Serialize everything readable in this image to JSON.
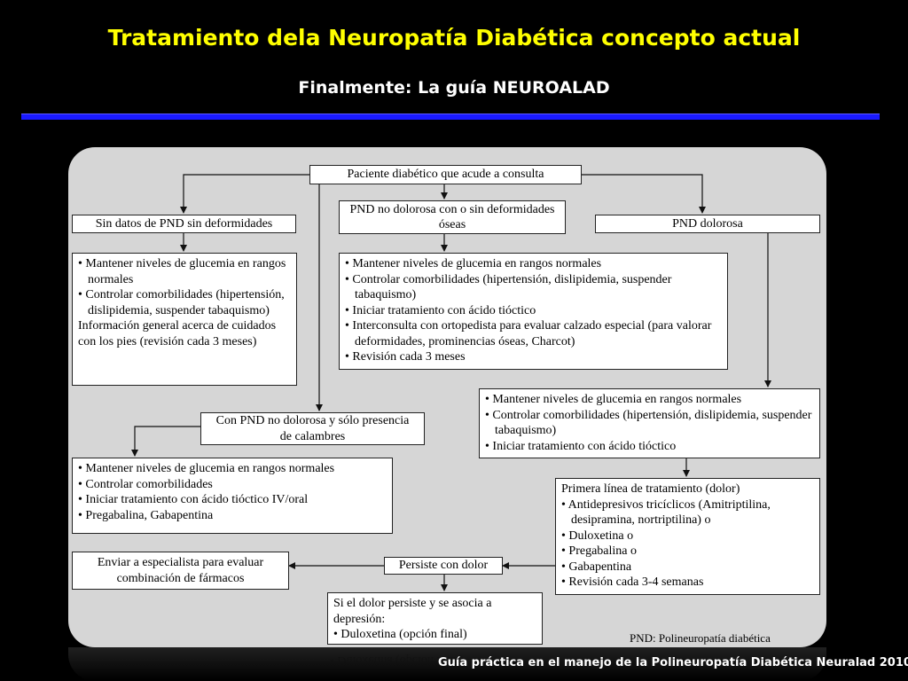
{
  "header": {
    "title": "Tratamiento dela Neuropatía Diabética concepto actual",
    "subtitle": "Finalmente:  La guía NEUROALAD"
  },
  "flowchart": {
    "start": "Paciente diabético que acude a consulta",
    "branch_left": "Sin datos de PND sin deformidades",
    "branch_mid": "PND no dolorosa con o sin deformidades óseas",
    "branch_right": "PND dolorosa",
    "left_actions": {
      "items": [
        "• Mantener niveles de glucemia en rangos normales",
        "• Controlar comorbilidades (hipertensión, dislipidemia, suspender tabaquismo)",
        "Información general acerca de cuidados con los pies (revisión cada 3 meses)"
      ]
    },
    "mid_actions": {
      "items": [
        "• Mantener niveles de glucemia en rangos normales",
        "• Controlar comorbilidades (hipertensión, dislipidemia, suspender tabaquismo)",
        "• Iniciar tratamiento con ácido tióctico",
        "• Interconsulta con ortopedista para evaluar calzado especial (para valorar deformidades, prominencias óseas, Charcot)",
        "• Revisión cada 3 meses"
      ]
    },
    "cramps": "Con PND no dolorosa y sólo presencia de calambres",
    "cramps_actions": {
      "items": [
        "• Mantener niveles de glucemia en rangos normales",
        "• Controlar comorbilidades",
        "• Iniciar tratamiento con ácido tióctico IV/oral",
        "• Pregabalina, Gabapentina"
      ]
    },
    "right_actions": {
      "items": [
        "• Mantener niveles de glucemia en rangos normales",
        "• Controlar comorbilidades (hipertensión, dislipidemia, suspender tabaquismo)",
        "• Iniciar tratamiento con ácido tióctico"
      ]
    },
    "first_line": {
      "items": [
        "Primera línea de tratamiento (dolor)",
        "• Antidepresivos tricíclicos (Amitriptilina, desipramina, nortriptilina) o",
        "• Duloxetina o",
        "• Pregabalina o",
        "• Gabapentina",
        "• Revisión cada 3-4 semanas"
      ]
    },
    "persists": "Persiste con dolor",
    "specialist": "Enviar a especialista para evaluar combinación de fármacos",
    "depression": {
      "items": [
        "Si el dolor persiste  y se asocia a depresión:",
        "• Duloxetina (opción final)"
      ]
    },
    "legend_note": "PND: Polineuropatía diabética"
  },
  "footer": {
    "source": "Guía práctica en el manejo de la Polineuropatía Diabética Neuralad 2010"
  }
}
